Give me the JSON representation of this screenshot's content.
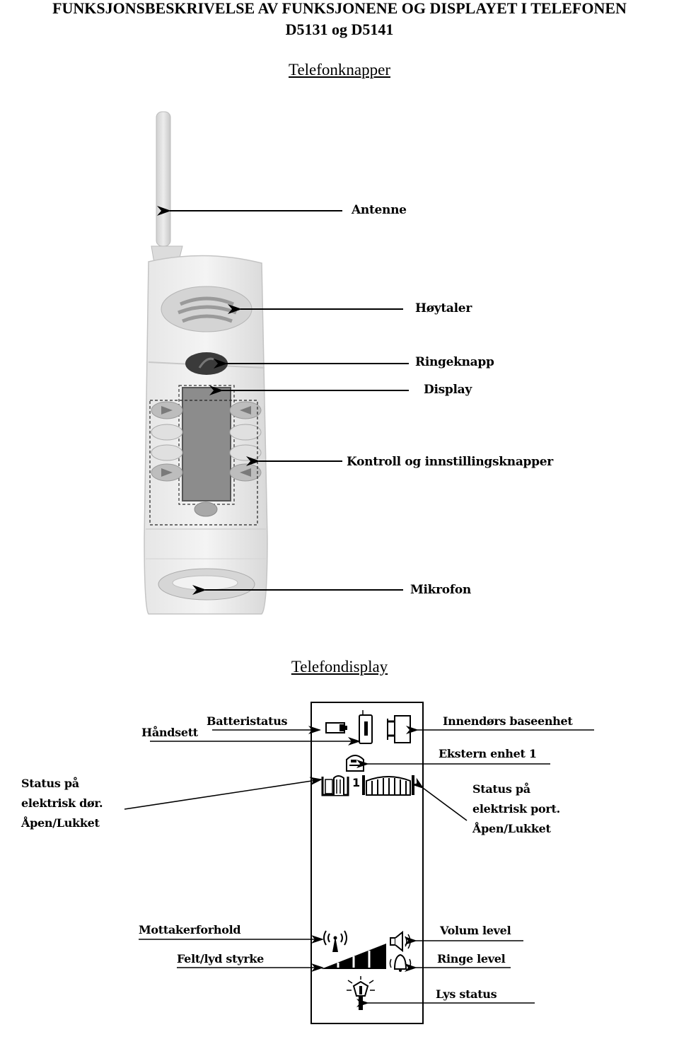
{
  "header": {
    "title_line1": "FUNKSJONSBESKRIVELSE AV FUNKSJONENE OG DISPLAYET I TELEFONEN",
    "title_line2": "D5131 og D5141"
  },
  "section_buttons": {
    "heading": "Telefonknapper",
    "labels": {
      "antenne": "Antenne",
      "hoytaler": "Høytaler",
      "ringeknapp": "Ringeknapp",
      "display": "Display",
      "kontroll": "Kontroll og innstillingsknapper",
      "mikrofon": "Mikrofon"
    }
  },
  "section_display": {
    "heading": "Telefondisplay",
    "labels": {
      "handsett": "Håndsett",
      "batteristatus": "Batteristatus",
      "innendors": "Innendørs baseenhet",
      "ekstern": "Ekstern enhet 1",
      "dor_status": [
        "Status på",
        "elektrisk dør.",
        "Åpen/Lukket"
      ],
      "port_status": [
        "Status på",
        "elektrisk port.",
        "Åpen/Lukket"
      ],
      "mottaker": "Mottakerforhold",
      "felt": "Felt/lyd styrke",
      "volum": "Volum level",
      "ringe": "Ringe level",
      "lys": "Lys status"
    },
    "gate_number": "1"
  }
}
